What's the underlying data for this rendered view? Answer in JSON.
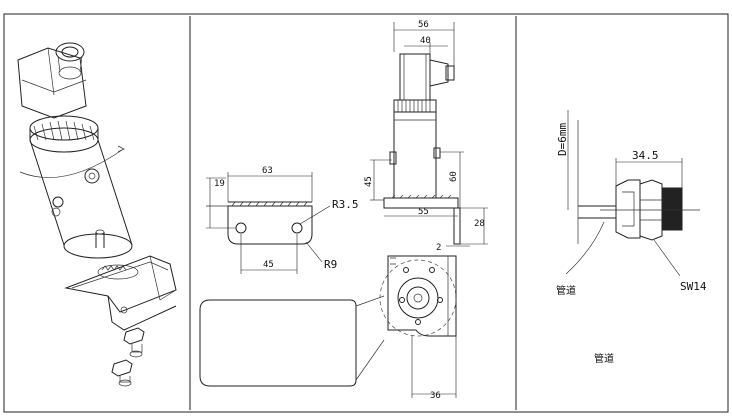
{
  "drawing": {
    "bracket_view": {
      "dim_width": "63",
      "dim_offset": "19",
      "dim_hole_spacing": "45",
      "dim_hole_radius": "R3.5",
      "dim_bend_radius": "R9"
    },
    "sensor_view": {
      "dim_top_outer": "56",
      "dim_top_inner": "40",
      "dim_body_height": "45",
      "dim_mount_height": "60",
      "dim_base_width": "55",
      "dim_plate_height": "28",
      "dim_plate_thickness": "2",
      "dim_plate_width": "36"
    },
    "pipe_view": {
      "dim_fitting_length": "34.5",
      "dim_pipe_diameter": "D=6mm",
      "label_wrench": "SW14",
      "label_pipe_left": "管道",
      "label_pipe_bottom": "管道"
    }
  }
}
